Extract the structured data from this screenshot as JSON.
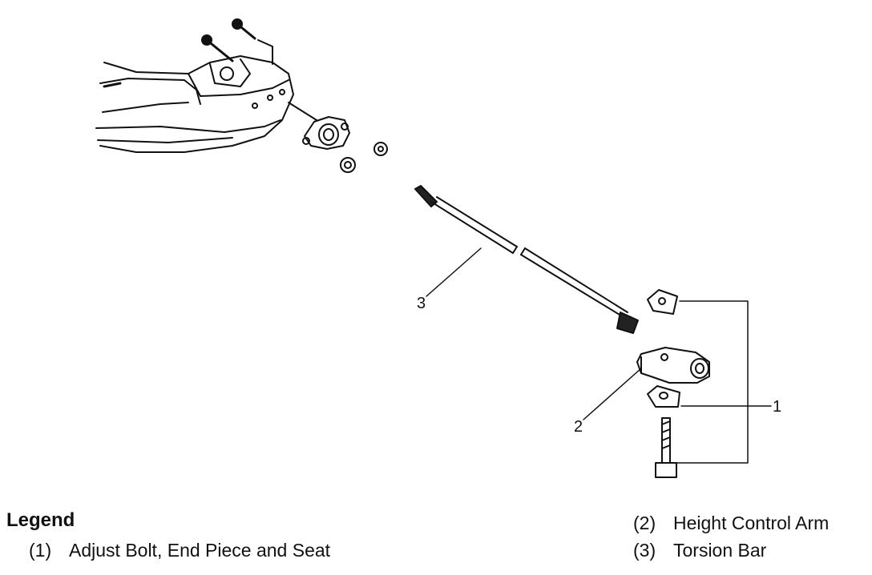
{
  "callouts": {
    "one": "1",
    "two": "2",
    "three": "3"
  },
  "legend": {
    "title": "Legend",
    "items": [
      {
        "number": "(1)",
        "label": "Adjust Bolt, End Piece and Seat"
      },
      {
        "number": "(2)",
        "label": "Height Control Arm"
      },
      {
        "number": "(3)",
        "label": "Torsion Bar"
      }
    ]
  }
}
